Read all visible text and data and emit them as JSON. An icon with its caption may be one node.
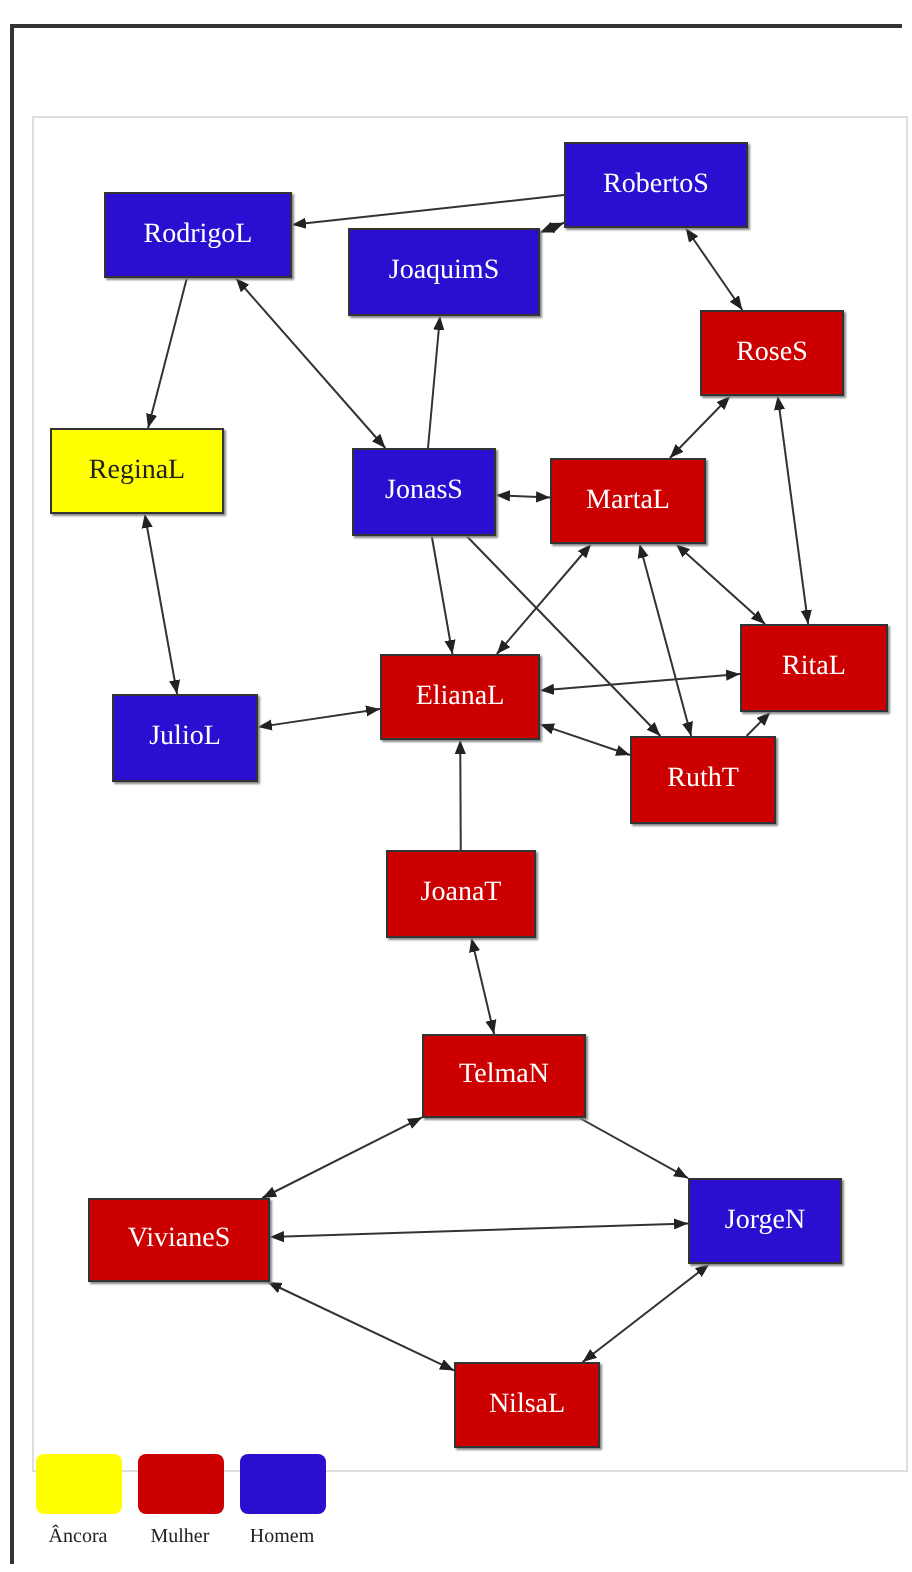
{
  "diagram": {
    "nodes": [
      {
        "text": [
          "RobertoS"
        ]
      },
      {
        "text": [
          "RodrigoL"
        ]
      },
      {
        "text": [
          "JoaquimS"
        ]
      },
      {
        "text": [
          "RoseS"
        ]
      },
      {
        "text": [
          "ReginaL"
        ]
      },
      {
        "text": [
          "JonasS"
        ]
      },
      {
        "text": [
          "MartaL"
        ]
      },
      {
        "text": [
          "RitaL"
        ]
      },
      {
        "text": [
          "ElianaL"
        ]
      },
      {
        "text": [
          "JulioL"
        ]
      },
      {
        "text": [
          "RuthT"
        ]
      },
      {
        "text": [
          "JoanaT"
        ]
      },
      {
        "text": [
          "TelmaN"
        ]
      },
      {
        "text": [
          "VivianeS"
        ]
      },
      {
        "text": [
          "JorgeN"
        ]
      },
      {
        "text": [
          "NilsaL"
        ]
      }
    ],
    "edges": [
      {
        "from": 0,
        "to": 1,
        "arrow": "to"
      },
      {
        "from": 0,
        "to": 2,
        "arrow": "both"
      },
      {
        "from": 0,
        "to": 3,
        "arrow": "both"
      },
      {
        "from": 1,
        "to": 4,
        "arrow": "to"
      },
      {
        "from": 1,
        "to": 5,
        "arrow": "both"
      },
      {
        "from": 5,
        "to": 2,
        "arrow": "to"
      },
      {
        "from": 3,
        "to": 6,
        "arrow": "both"
      },
      {
        "from": 7,
        "to": 3,
        "arrow": "both"
      },
      {
        "from": 4,
        "to": 9,
        "arrow": "both"
      },
      {
        "from": 5,
        "to": 6,
        "arrow": "both"
      },
      {
        "from": 5,
        "to": 8,
        "arrow": "to"
      },
      {
        "from": 5,
        "to": 10,
        "arrow": "to"
      },
      {
        "from": 6,
        "to": 8,
        "arrow": "both"
      },
      {
        "from": 6,
        "to": 10,
        "arrow": "both"
      },
      {
        "from": 6,
        "to": 7,
        "arrow": "both"
      },
      {
        "from": 7,
        "to": 8,
        "arrow": "both"
      },
      {
        "from": 8,
        "to": 10,
        "arrow": "both"
      },
      {
        "from": 10,
        "to": 7,
        "arrow": "to"
      },
      {
        "from": 9,
        "to": 8,
        "arrow": "both"
      },
      {
        "from": 11,
        "to": 8,
        "arrow": "to"
      },
      {
        "from": 11,
        "to": 12,
        "arrow": "both"
      },
      {
        "from": 12,
        "to": 13,
        "arrow": "both"
      },
      {
        "from": 12,
        "to": 14,
        "arrow": "to"
      },
      {
        "from": 14,
        "to": 13,
        "arrow": "both"
      },
      {
        "from": 13,
        "to": 15,
        "arrow": "both"
      },
      {
        "from": 14,
        "to": 15,
        "arrow": "both"
      }
    ],
    "legend": [
      {
        "text": "Âncora",
        "color": "#ffff00"
      },
      {
        "text": "Mulher",
        "color": "#cc0000"
      },
      {
        "text": "Homem",
        "color": "#2a0fd0"
      }
    ]
  }
}
